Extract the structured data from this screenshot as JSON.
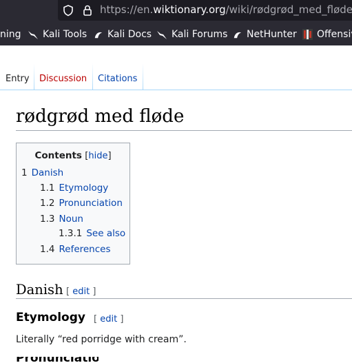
{
  "browser": {
    "url_prefix": "https://en.",
    "url_host": "wiktionary.org",
    "url_path": "/wiki/rødgrød_med_fløde",
    "bookmarks": [
      {
        "label": "ning"
      },
      {
        "label": "Kali Tools"
      },
      {
        "label": "Kali Docs"
      },
      {
        "label": "Kali Forums"
      },
      {
        "label": "NetHunter"
      },
      {
        "label": "Offensive"
      }
    ]
  },
  "tabs": [
    {
      "label": "Entry"
    },
    {
      "label": "Discussion"
    },
    {
      "label": "Citations"
    }
  ],
  "page": {
    "title": "rødgrød med fløde"
  },
  "toc": {
    "heading": "Contents",
    "bracket_open": "[",
    "hide_label": "hide",
    "bracket_close": "]",
    "items": [
      {
        "num": "1",
        "text": "Danish"
      },
      {
        "num": "1.1",
        "text": "Etymology"
      },
      {
        "num": "1.2",
        "text": "Pronunciation"
      },
      {
        "num": "1.3",
        "text": "Noun"
      },
      {
        "num": "1.3.1",
        "text": "See also"
      },
      {
        "num": "1.4",
        "text": "References"
      }
    ]
  },
  "sections": {
    "danish": {
      "heading": "Danish",
      "edit_label": "edit"
    },
    "etymology": {
      "heading": "Etymology",
      "edit_label": "edit",
      "text": "Literally “red porridge with cream”."
    },
    "next_heading": "Pronunciation"
  },
  "edit_brackets": {
    "open": "[",
    "close": "]"
  }
}
